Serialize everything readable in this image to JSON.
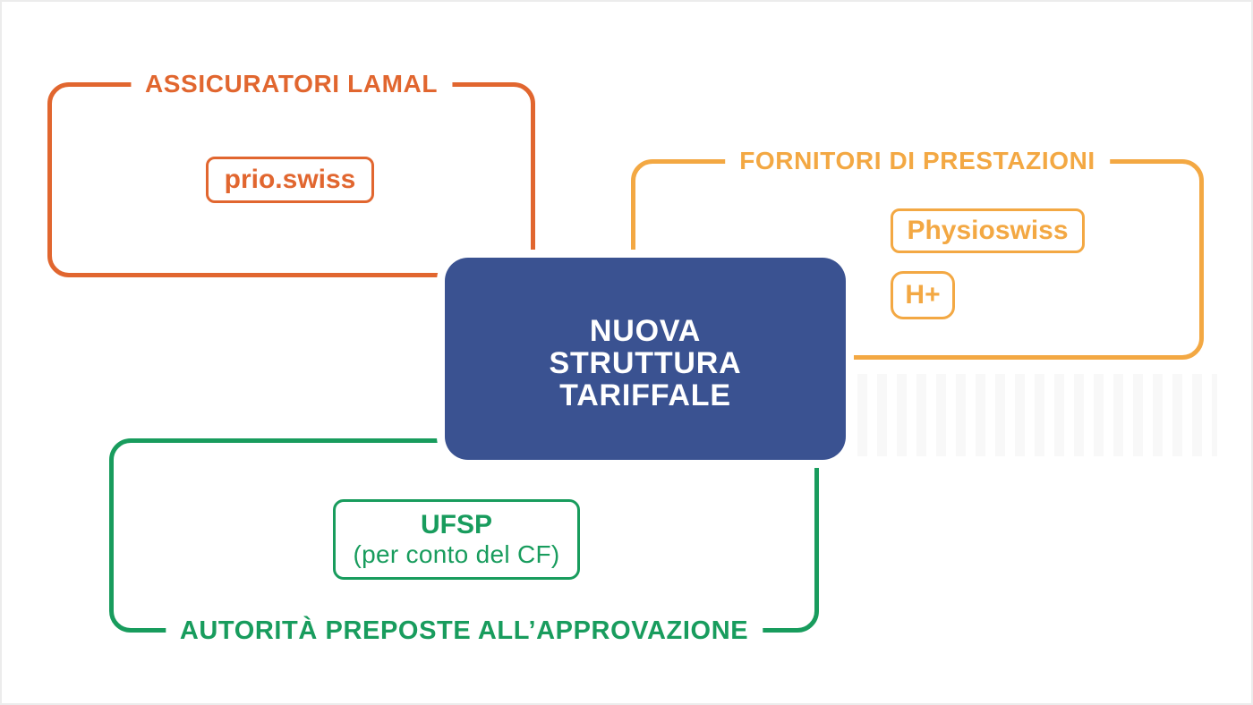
{
  "diagram": {
    "background": "#ffffff",
    "center": {
      "lines": [
        "NUOVA",
        "STRUTTURA",
        "TARIFFALE"
      ],
      "bg_color": "#3A5291",
      "text_color": "#ffffff"
    },
    "groups": {
      "insurers": {
        "title": "ASSICURATORI LAMAL",
        "color": "#E1662F",
        "members": [
          "prio.swiss"
        ]
      },
      "providers": {
        "title": "FORNITORI DI PRESTAZIONI",
        "color": "#F3A843",
        "members": [
          "Physioswiss",
          "H+"
        ]
      },
      "authorities": {
        "title": "AUTORITÀ PREPOSTE ALL’APPROVAZIONE",
        "color": "#189C5D",
        "member_primary": "UFSP",
        "member_secondary": "(per conto del CF)"
      }
    }
  }
}
